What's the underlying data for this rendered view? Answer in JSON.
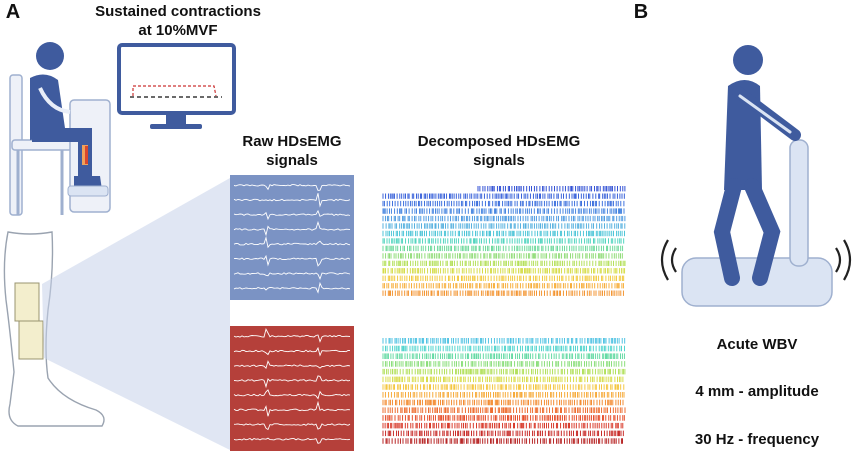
{
  "panels": {
    "a_label": "A",
    "b_label": "B"
  },
  "monitor": {
    "title_line1": "Sustained contractions",
    "title_line2": "at 10%MVF"
  },
  "raw": {
    "title_line1": "Raw HDsEMG",
    "title_line2": "signals",
    "colors": [
      "#7b93c4",
      "#b5403a"
    ]
  },
  "decomposed": {
    "title_line1": "Decomposed HDsEMG",
    "title_line2": "signals",
    "top_colors": [
      "#1d3fd0",
      "#2350d6",
      "#2b63da",
      "#3379dd",
      "#3d91de",
      "#44a8dc",
      "#3ec0d4",
      "#3fd0b8",
      "#5fd691",
      "#86d96b",
      "#aedd4b",
      "#d2d937",
      "#f0c62e",
      "#f6a626",
      "#f28b1f"
    ],
    "bottom_colors": [
      "#3fbde0",
      "#3fd0c8",
      "#56d79c",
      "#7fdb6d",
      "#aadd4a",
      "#d4d837",
      "#f3c12e",
      "#f6a226",
      "#f2811f",
      "#ec5f1b",
      "#e33e17",
      "#d42615",
      "#c21613",
      "#b01010"
    ]
  },
  "wbv": {
    "title": "Acute WBV",
    "amplitude": "4 mm - amplitude",
    "frequency": "30 Hz - frequency"
  },
  "style": {
    "figure_blue": "#3f5b9e",
    "platform_fill": "#dbe4f3",
    "leg_beige": "#f3eecd"
  }
}
